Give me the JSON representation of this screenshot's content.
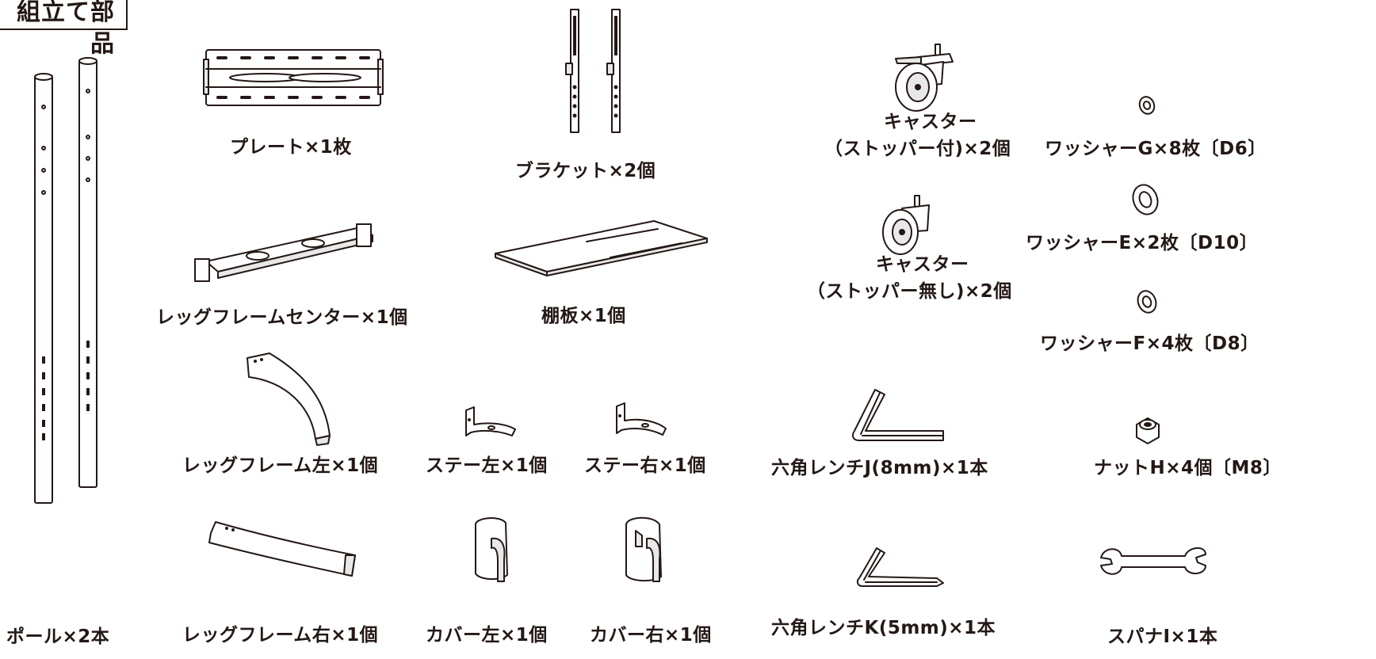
{
  "title": "組立て部品",
  "parts": {
    "plate": "プレート×1枚",
    "bracket": "ブラケット×2個",
    "caster_stopper": [
      "キャスター",
      "（ストッパー付)×2個"
    ],
    "caster_nostopper": [
      "キャスター",
      "（ストッパー無し)×2個"
    ],
    "washer_g": "ワッシャーG×8枚〔D6〕",
    "washer_e": "ワッシャーE×2枚〔D10〕",
    "washer_f": "ワッシャーF×4枚〔D8〕",
    "pole": "ポール×2本",
    "leg_center": "レッグフレームセンター×1個",
    "shelf": "棚板×1個",
    "leg_left": "レッグフレーム左×1個",
    "stay_left": "ステー左×1個",
    "stay_right": "ステー右×1個",
    "hex_j": "六角レンチJ(8mm)×1本",
    "nut_h": "ナットH×4個〔M8〕",
    "leg_right": "レッグフレーム右×1個",
    "cover_left": "カバー左×1個",
    "cover_right": "カバー右×1個",
    "hex_k": "六角レンチK(5mm)×1本",
    "spanner": "スパナI×1本"
  }
}
